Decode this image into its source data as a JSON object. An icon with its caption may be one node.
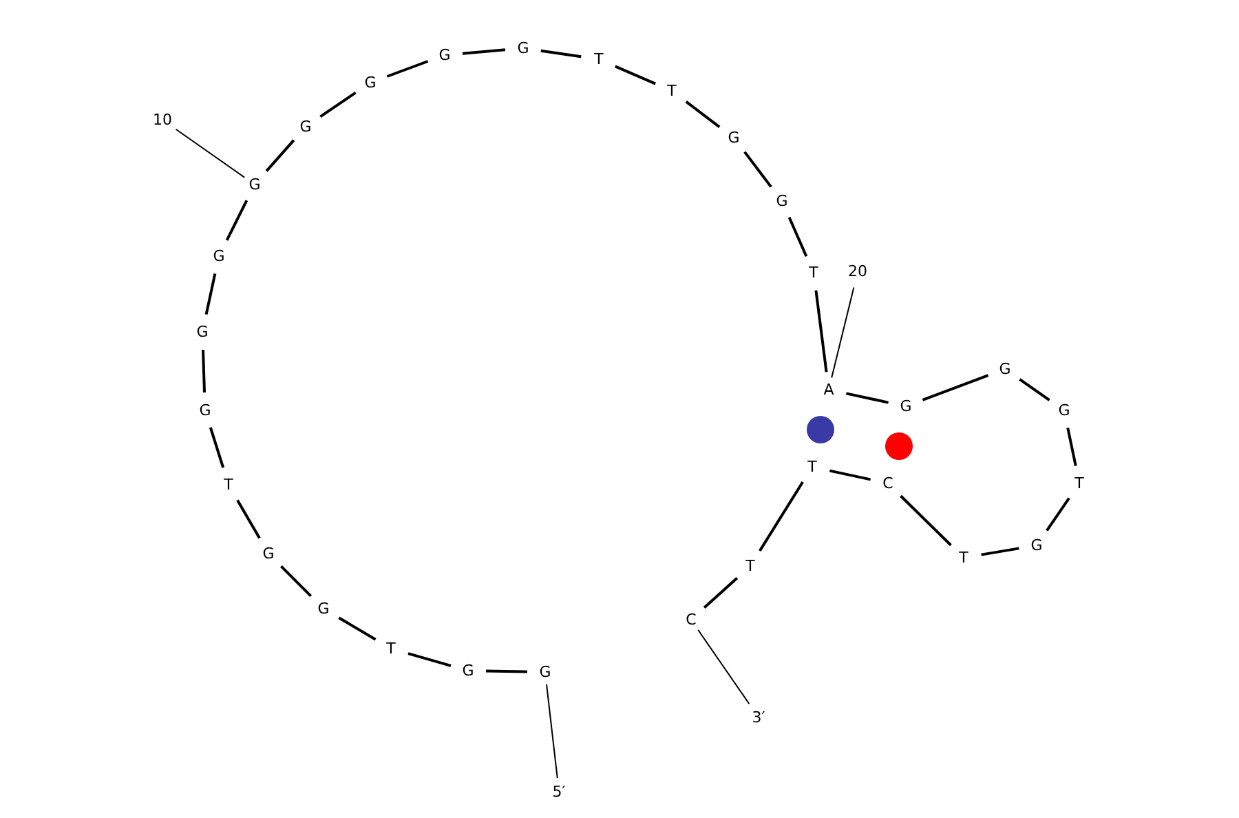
{
  "diagram": {
    "nodes": [
      {
        "text": [
          "G"
        ]
      },
      {
        "text": [
          "G"
        ]
      },
      {
        "text": [
          "T"
        ]
      },
      {
        "text": [
          "G"
        ]
      },
      {
        "text": [
          "G"
        ]
      },
      {
        "text": [
          "T"
        ]
      },
      {
        "text": [
          "G"
        ]
      },
      {
        "text": [
          "G"
        ]
      },
      {
        "text": [
          "G"
        ]
      },
      {
        "text": [
          "G"
        ]
      },
      {
        "text": [
          "G"
        ]
      },
      {
        "text": [
          "G"
        ]
      },
      {
        "text": [
          "G"
        ]
      },
      {
        "text": [
          "G"
        ]
      },
      {
        "text": [
          "T"
        ]
      },
      {
        "text": [
          "T"
        ]
      },
      {
        "text": [
          "G"
        ]
      },
      {
        "text": [
          "G"
        ]
      },
      {
        "text": [
          "T"
        ]
      },
      {
        "text": [
          "A"
        ]
      },
      {
        "text": [
          "G"
        ]
      },
      {
        "text": [
          "G"
        ]
      },
      {
        "text": [
          "G"
        ]
      },
      {
        "text": [
          "T"
        ]
      },
      {
        "text": [
          "G"
        ]
      },
      {
        "text": [
          "T"
        ]
      },
      {
        "text": [
          "C"
        ]
      },
      {
        "text": [
          "T"
        ]
      },
      {
        "text": [
          "T"
        ]
      },
      {
        "text": [
          "C"
        ]
      },
      {
        "text": [
          "10"
        ]
      },
      {
        "text": [
          "20"
        ]
      },
      {
        "text": [
          "5′"
        ]
      },
      {
        "text": [
          "3′"
        ]
      },
      {
        "text": [],
        "shape": "circle"
      },
      {
        "text": [],
        "shape": "circle"
      }
    ],
    "edges": [
      {
        "from": 0,
        "to": 1,
        "arrow": "none"
      },
      {
        "from": 1,
        "to": 2,
        "arrow": "none"
      },
      {
        "from": 2,
        "to": 3,
        "arrow": "none"
      },
      {
        "from": 3,
        "to": 4,
        "arrow": "none"
      },
      {
        "from": 4,
        "to": 5,
        "arrow": "none"
      },
      {
        "from": 5,
        "to": 6,
        "arrow": "none"
      },
      {
        "from": 6,
        "to": 7,
        "arrow": "none"
      },
      {
        "from": 7,
        "to": 8,
        "arrow": "none"
      },
      {
        "from": 8,
        "to": 9,
        "arrow": "none"
      },
      {
        "from": 9,
        "to": 10,
        "arrow": "none"
      },
      {
        "from": 10,
        "to": 11,
        "arrow": "none"
      },
      {
        "from": 11,
        "to": 12,
        "arrow": "none"
      },
      {
        "from": 12,
        "to": 13,
        "arrow": "none"
      },
      {
        "from": 13,
        "to": 14,
        "arrow": "none"
      },
      {
        "from": 14,
        "to": 15,
        "arrow": "none"
      },
      {
        "from": 15,
        "to": 16,
        "arrow": "none"
      },
      {
        "from": 16,
        "to": 17,
        "arrow": "none"
      },
      {
        "from": 17,
        "to": 18,
        "arrow": "none"
      },
      {
        "from": 18,
        "to": 19,
        "arrow": "none"
      },
      {
        "from": 19,
        "to": 20,
        "arrow": "none"
      },
      {
        "from": 20,
        "to": 21,
        "arrow": "none"
      },
      {
        "from": 21,
        "to": 22,
        "arrow": "none"
      },
      {
        "from": 22,
        "to": 23,
        "arrow": "none"
      },
      {
        "from": 23,
        "to": 24,
        "arrow": "none"
      },
      {
        "from": 24,
        "to": 25,
        "arrow": "none"
      },
      {
        "from": 25,
        "to": 26,
        "arrow": "none"
      },
      {
        "from": 26,
        "to": 27,
        "arrow": "none"
      },
      {
        "from": 27,
        "to": 28,
        "arrow": "none"
      },
      {
        "from": 28,
        "to": 29,
        "arrow": "none"
      },
      {
        "from": 30,
        "to": 9,
        "arrow": "none"
      },
      {
        "from": 31,
        "to": 19,
        "arrow": "none"
      },
      {
        "from": 32,
        "to": 0,
        "arrow": "none"
      },
      {
        "from": 33,
        "to": 29,
        "arrow": "none"
      }
    ]
  }
}
